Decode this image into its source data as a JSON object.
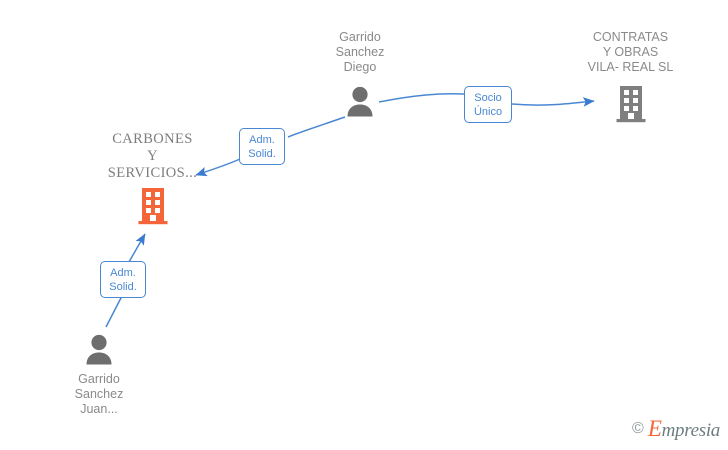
{
  "diagram": {
    "type": "corporate-relationship-graph",
    "background": "#ffffff",
    "colors": {
      "edge": "#4a87d3",
      "badge_border": "#4a87d3",
      "badge_text": "#4a87d3",
      "person_icon": "#6e6e6e",
      "company_icon_gray": "#7f7f7f",
      "company_icon_orange": "#f4663a",
      "label_text": "#8a8a8a",
      "focus_label_text": "#7d7d7d"
    },
    "nodes": [
      {
        "id": "person-diego",
        "kind": "person",
        "label": "Garrido\nSanchez\nDiego",
        "icon": "person-icon",
        "color": "#6e6e6e"
      },
      {
        "id": "company-contratas",
        "kind": "company",
        "label": "CONTRATAS\nY OBRAS\nVILA- REAL SL",
        "icon": "building-icon",
        "color": "#7f7f7f"
      },
      {
        "id": "company-carbones",
        "kind": "company",
        "label": "CARBONES\nY\nSERVICIOS...",
        "icon": "building-icon",
        "color": "#f4663a",
        "focus": true
      },
      {
        "id": "person-juan",
        "kind": "person",
        "label": "Garrido\nSanchez\nJuan...",
        "icon": "person-icon",
        "color": "#6e6e6e"
      }
    ],
    "edges": [
      {
        "id": "edge-diego-contratas",
        "from": "person-diego",
        "to": "company-contratas",
        "badge": "Socio\nÚnico"
      },
      {
        "id": "edge-diego-carbones",
        "from": "person-diego",
        "to": "company-carbones",
        "badge": "Adm.\nSolid."
      },
      {
        "id": "edge-juan-carbones",
        "from": "person-juan",
        "to": "company-carbones",
        "badge": "Adm.\nSolid."
      }
    ]
  },
  "watermark": {
    "copyright": "©",
    "brand_initial": "E",
    "brand_rest": "mpresia"
  }
}
